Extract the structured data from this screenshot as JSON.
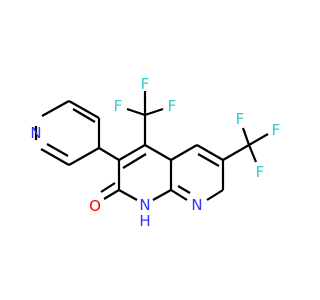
{
  "colors": {
    "carbon": "#000000",
    "nitrogen": "#3333ff",
    "oxygen": "#ff0000",
    "fluorine": "#33cccc"
  },
  "labels": {
    "N_pyridine": "N",
    "N_ring": "N",
    "NH": "N",
    "H": "H",
    "O": "O",
    "F1": "F",
    "F2": "F",
    "F3": "F",
    "F4": "F",
    "F5": "F",
    "F6": "F"
  }
}
